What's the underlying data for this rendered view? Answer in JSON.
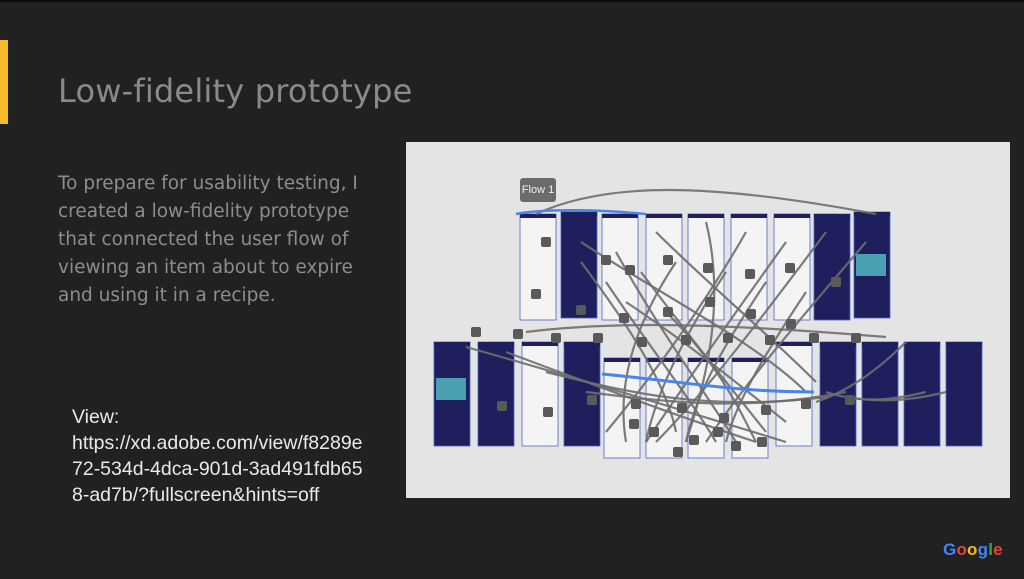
{
  "slide": {
    "title": "Low-fidelity prototype",
    "body": "To prepare for usability testing, I created a low-fidelity prototype that connected the user flow of viewing an item about to expire and using it in a recipe.",
    "view_label": "View:",
    "view_link": "https://xd.adobe.com/view/f8289e72-534d-4dca-901d-3ad491fdb658-ad7b/?fullscreen&hints=off"
  },
  "prototype": {
    "flow_label": "Flow 1"
  },
  "logo": {
    "letters": [
      "G",
      "o",
      "o",
      "g",
      "l",
      "e"
    ]
  },
  "colors": {
    "background": "#212121",
    "accent": "#f6b92b",
    "screen_navy": "#1f1f5e",
    "wire_gray": "#6e6e6e",
    "flow_blue": "#4a86e8"
  }
}
